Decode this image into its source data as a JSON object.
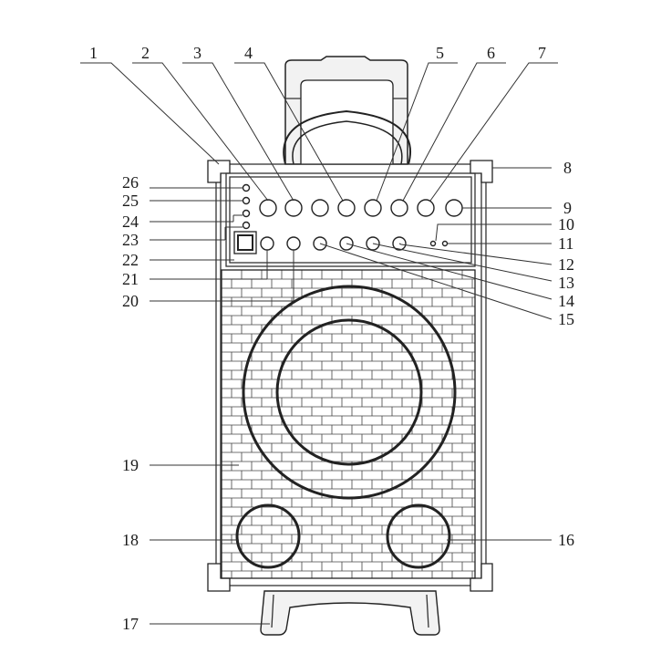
{
  "diagram": {
    "callouts": [
      {
        "id": "1",
        "label": "1"
      },
      {
        "id": "2",
        "label": "2"
      },
      {
        "id": "3",
        "label": "3"
      },
      {
        "id": "4",
        "label": "4"
      },
      {
        "id": "5",
        "label": "5"
      },
      {
        "id": "6",
        "label": "6"
      },
      {
        "id": "7",
        "label": "7"
      },
      {
        "id": "8",
        "label": "8"
      },
      {
        "id": "9",
        "label": "9"
      },
      {
        "id": "10",
        "label": "10"
      },
      {
        "id": "11",
        "label": "11"
      },
      {
        "id": "12",
        "label": "12"
      },
      {
        "id": "13",
        "label": "13"
      },
      {
        "id": "14",
        "label": "14"
      },
      {
        "id": "15",
        "label": "15"
      },
      {
        "id": "16",
        "label": "16"
      },
      {
        "id": "17",
        "label": "17"
      },
      {
        "id": "18",
        "label": "18"
      },
      {
        "id": "19",
        "label": "19"
      },
      {
        "id": "20",
        "label": "20"
      },
      {
        "id": "21",
        "label": "21"
      },
      {
        "id": "22",
        "label": "22"
      },
      {
        "id": "23",
        "label": "23"
      },
      {
        "id": "24",
        "label": "24"
      },
      {
        "id": "25",
        "label": "25"
      },
      {
        "id": "26",
        "label": "26"
      }
    ],
    "colors": {
      "line": "#222222",
      "background": "#ffffff",
      "handle_fill": "#f2f2f2"
    }
  }
}
